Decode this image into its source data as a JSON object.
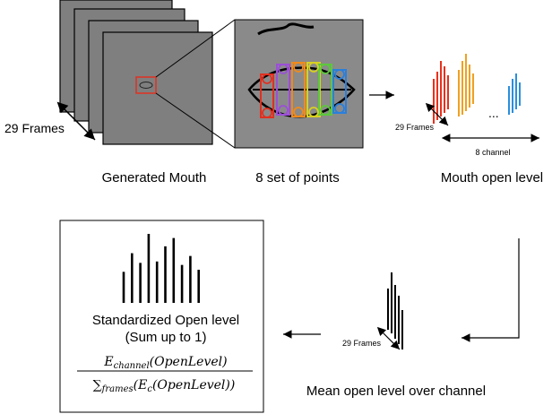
{
  "labels": {
    "frames_left": "29 Frames",
    "generated_mouth": "Generated Mouth",
    "set_of_points": "8 set of points",
    "mouth_open_level": "Mouth open level",
    "frames_small_top": "29 Frames",
    "channel_label": "8 channel",
    "ellipsis": "...",
    "frames_small_bottom": "29 Frames",
    "mean_open_level": "Mean open level over channel",
    "standardized_line1": "Standardized Open level",
    "standardized_line2": "(Sum up to 1)"
  },
  "formula": {
    "numerator_main": "E",
    "numerator_sub": "channel",
    "numerator_arg": "(OpenLevel)",
    "denominator_sum": "∑",
    "denominator_sub": "frames",
    "denominator_main": "(E",
    "denominator_sub2": "c",
    "denominator_arg": "(OpenLevel))"
  },
  "colors": {
    "frame_gray": "#7f7f7f",
    "highlight_red": "#e03020",
    "channel_red": "#e8301c",
    "channel_orange": "#f0a020",
    "channel_blue": "#2a8fdc",
    "point_orange": "#f08a1c",
    "point_purple": "#9b4fd6",
    "point_yellow": "#d8d020",
    "point_green": "#5cc83c",
    "point_blue": "#2a7fdc"
  },
  "chart_data": [
    {
      "type": "bar",
      "title": "",
      "values": [
        0.45,
        0.72,
        0.58,
        1.0,
        0.6,
        0.82,
        0.94,
        0.55,
        0.68,
        0.48
      ]
    }
  ]
}
